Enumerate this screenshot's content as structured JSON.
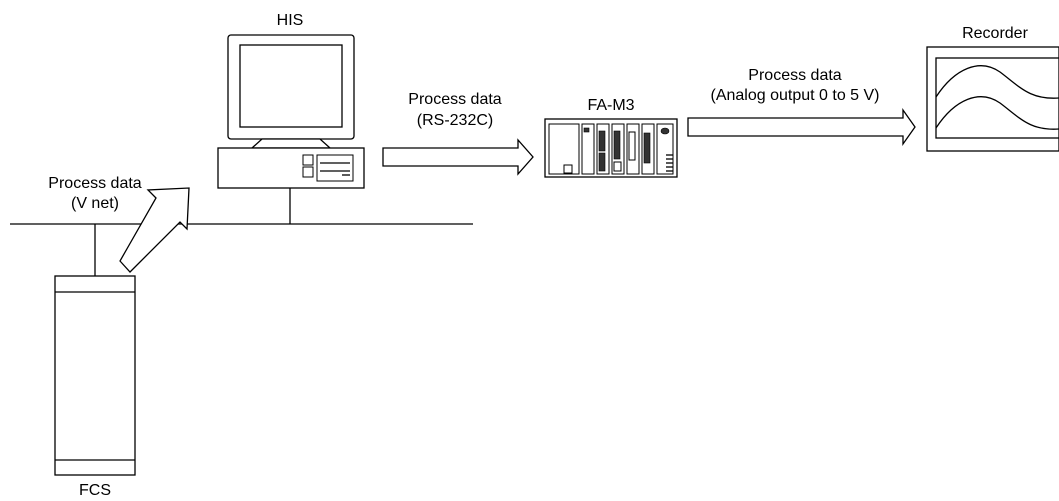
{
  "diagram": {
    "nodes": {
      "his": {
        "label": "HIS"
      },
      "fam3": {
        "label": "FA-M3"
      },
      "recorder": {
        "label": "Recorder"
      },
      "fcs": {
        "label": "FCS"
      }
    },
    "edges": {
      "fcs_to_his": {
        "line1": "Process data",
        "line2": "(V net)"
      },
      "his_to_fam3": {
        "line1": "Process data",
        "line2": "(RS-232C)"
      },
      "fam3_to_recorder": {
        "line1": "Process data",
        "line2": "(Analog output 0 to 5 V)"
      }
    }
  }
}
